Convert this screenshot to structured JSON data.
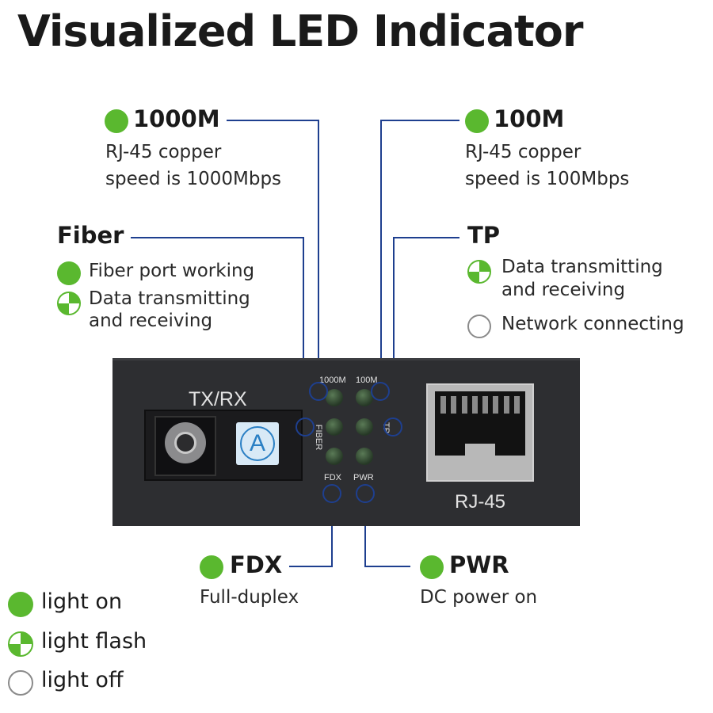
{
  "title": "Visualized LED Indicator",
  "colors": {
    "light_green": "#5ab82f",
    "leader_line": "#1e3f8f",
    "device_body": "#2d2e31"
  },
  "callouts": {
    "m1000": {
      "label": "1000M",
      "lines": [
        "RJ-45 copper",
        "speed is 1000Mbps"
      ],
      "indicator": "light on"
    },
    "m100": {
      "label": "100M",
      "lines": [
        "RJ-45 copper",
        "speed is 100Mbps"
      ],
      "indicator": "light on"
    },
    "fiber": {
      "label": "Fiber",
      "items": [
        {
          "state": "light on",
          "text": "Fiber port working"
        },
        {
          "state": "light flash",
          "text": "Data transmitting and receiving",
          "lines": [
            "Data transmitting",
            "and receiving"
          ]
        }
      ]
    },
    "tp": {
      "label": "TP",
      "items": [
        {
          "state": "light flash",
          "text": "Data transmitting and receiving",
          "lines": [
            "Data transmitting",
            "and receiving"
          ]
        },
        {
          "state": "light off",
          "text": "Network connecting"
        }
      ]
    },
    "fdx": {
      "label": "FDX",
      "desc": "Full-duplex",
      "indicator": "light on"
    },
    "pwr": {
      "label": "PWR",
      "desc": "DC power on",
      "indicator": "light on"
    }
  },
  "device": {
    "fiber_port_label": "TX/RX",
    "badge_letter": "A",
    "led_labels": {
      "m1000": "1000M",
      "m100": "100M",
      "fiber": "FIBER",
      "tp": "TP",
      "fdx": "FDX",
      "pwr": "PWR"
    },
    "rj45_label": "RJ-45"
  },
  "legend": [
    {
      "state": "on",
      "label": "light on"
    },
    {
      "state": "flash",
      "label": "light flash"
    },
    {
      "state": "off",
      "label": "light off"
    }
  ]
}
